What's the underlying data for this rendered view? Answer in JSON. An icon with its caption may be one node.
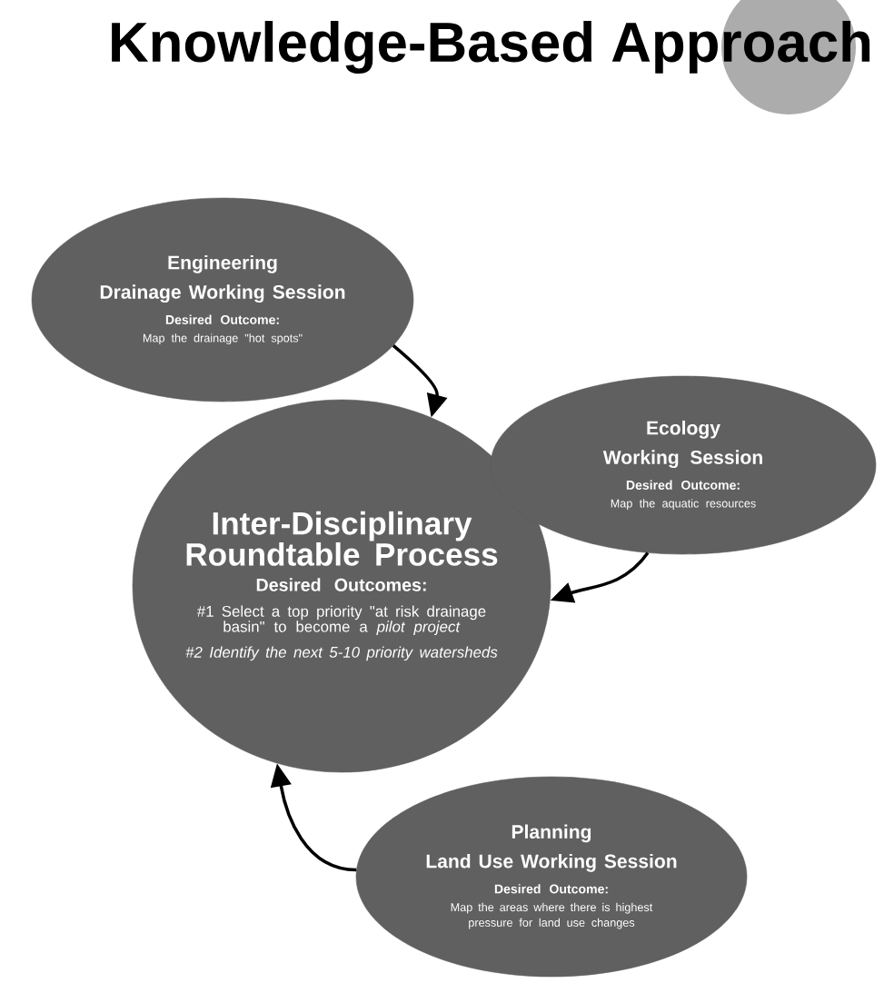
{
  "diagram": {
    "title": "Knowledge-Based Approach",
    "nodes": [
      {
        "text": [
          "Engineering",
          "Drainage Working Session",
          "Desired Outcome:",
          "Map the drainage \"hot spots\""
        ]
      },
      {
        "text": [
          "Inter-Disciplinary Roundtable Process",
          "Desired Outcomes:",
          "#1 Select a top priority \"at risk drainage basin\" to become a *pilot project*",
          "#2 Identify the next 5-10 priority watersheds"
        ]
      },
      {
        "text": [
          "Ecology",
          "Working Session",
          "Desired Outcome:",
          "Map the aquatic resources"
        ]
      },
      {
        "text": [
          "Planning",
          "Land Use Working Session",
          "Desired Outcome:",
          "Map the areas where there is highest pressure for land use changes"
        ]
      }
    ],
    "edges": [
      {
        "from": 0,
        "to": 1,
        "arrow": "to"
      },
      {
        "from": 2,
        "to": 1,
        "arrow": "to"
      },
      {
        "from": 3,
        "to": 1,
        "arrow": "to"
      }
    ]
  }
}
